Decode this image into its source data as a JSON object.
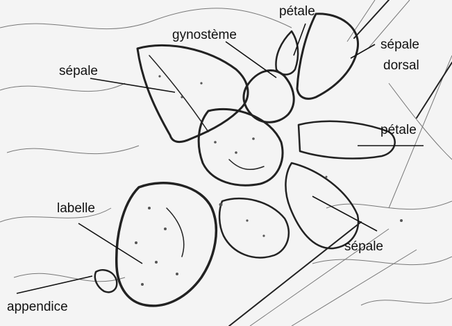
{
  "labels": {
    "petale_top": "pétale",
    "gynosteme": "gynostème",
    "sepale_dorsal_1": "sépale",
    "sepale_dorsal_2": "dorsal",
    "sepale_left": "sépale",
    "petale_right": "pétale",
    "labelle": "labelle",
    "sepale_bottom": "sépale",
    "appendice": "appendice"
  }
}
